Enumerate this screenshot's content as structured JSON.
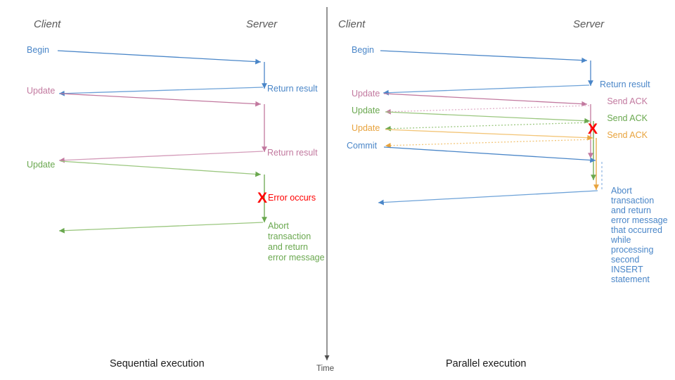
{
  "figure": {
    "title_left": "Sequential execution",
    "title_right": "Parallel execution",
    "time_axis_label": "Time"
  },
  "colors": {
    "blue": "#4a86c8",
    "blue_light": "#8eb4e3",
    "pink": "#c2799f",
    "pink_light": "#e0afc8",
    "green": "#6aa84f",
    "green_light": "#9bc77f",
    "orange": "#e8a33d",
    "orange_light": "#f3c577",
    "red": "#ff0000",
    "gray": "#595959",
    "axis": "#4d4d4d"
  },
  "left_panel": {
    "actors": {
      "client": "Client",
      "server": "Server"
    },
    "messages": [
      {
        "label": "Begin",
        "color": "blue",
        "side": "client"
      },
      {
        "label": "Return result",
        "color": "blue",
        "side": "server"
      },
      {
        "label": "Update",
        "color": "pink",
        "side": "client"
      },
      {
        "label": "Return result",
        "color": "pink",
        "side": "server"
      },
      {
        "label": "Update",
        "color": "green",
        "side": "client"
      },
      {
        "label": "Error occurs",
        "color": "red",
        "side": "server"
      }
    ],
    "error_marker": "X",
    "abort_note": {
      "color": "green",
      "lines": [
        "Abort",
        "transaction",
        "and return",
        "error message"
      ]
    }
  },
  "right_panel": {
    "actors": {
      "client": "Client",
      "server": "Server"
    },
    "messages": [
      {
        "label": "Begin",
        "color": "blue",
        "side": "client"
      },
      {
        "label": "Return result",
        "color": "blue",
        "side": "server"
      },
      {
        "label": "Update",
        "color": "pink",
        "side": "client"
      },
      {
        "label": "Send ACK",
        "color": "pink",
        "side": "server"
      },
      {
        "label": "Update",
        "color": "green",
        "side": "client"
      },
      {
        "label": "Send ACK",
        "color": "green",
        "side": "server"
      },
      {
        "label": "Update",
        "color": "orange",
        "side": "client"
      },
      {
        "label": "Send ACK",
        "color": "orange",
        "side": "server"
      },
      {
        "label": "Commit",
        "color": "blue",
        "side": "client"
      }
    ],
    "error_marker": "X",
    "abort_note": {
      "color": "blue",
      "lines": [
        "Abort",
        "transaction",
        "and return",
        "error message",
        "that occurred",
        "while",
        "processing",
        "second",
        "INSERT",
        "statement"
      ]
    }
  }
}
